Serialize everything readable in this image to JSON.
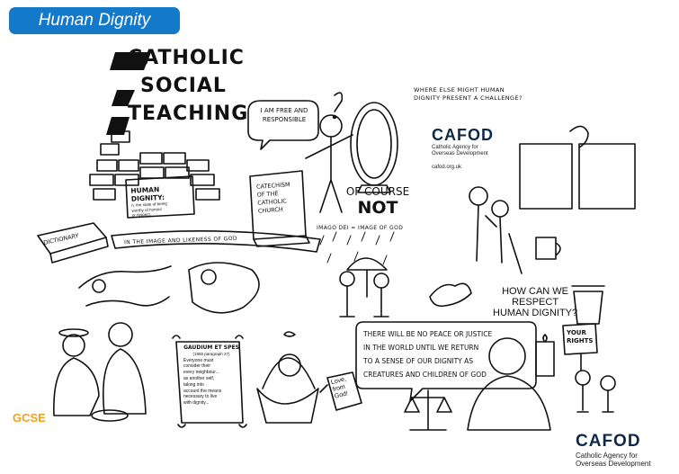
{
  "header": {
    "title": "Human Dignity"
  },
  "cst_title": {
    "line1": "CATHOLIC",
    "line2": "SOCIAL",
    "line3": "TEACHING"
  },
  "question_top": {
    "line1": "WHERE ELSE MIGHT HUMAN",
    "line2": "DIGNITY PRESENT A CHALLENGE?"
  },
  "cafod_top": {
    "word": "CAFOD",
    "sub1": "Catholic Agency for",
    "sub2": "Overseas Development",
    "url": "cafod.org.uk"
  },
  "free_bubble": {
    "line1": "I AM FREE AND",
    "line2": "RESPONSIBLE"
  },
  "book": {
    "line1": "CATECHISM",
    "line2": "OF THE CATHOLIC",
    "line3": "CHURCH"
  },
  "dignity_sign": {
    "title": "HUMAN DIGNITY:",
    "line1": "n. the state of being",
    "line2": "worthy of honour",
    "line3": "or respect."
  },
  "of_course_not": {
    "line1": "OF COURSE",
    "line2": "NOT"
  },
  "imago_dei": "IMAGO DEI = IMAGE OF GOD",
  "dictionary": "DICTIONARY",
  "image_banner": "IN THE IMAGE AND LIKENESS OF GOD",
  "how_respect": {
    "line1": "HOW CAN WE",
    "line2": "RESPECT",
    "line3": "HUMAN DIGNITY?"
  },
  "peace_quote": {
    "line1": "THERE WILL BE NO PEACE OR JUSTICE",
    "line2": "IN THE WORLD UNTIL WE RETURN",
    "line3": "TO A SENSE OF OUR DIGNITY AS",
    "line4": "CREATURES AND CHILDREN OF GOD"
  },
  "scroll": {
    "title": "GAUDIUM ET SPES",
    "ref": "(1965 paragraph 27)",
    "l1": "Everyone must",
    "l2": "consider their",
    "l3": "every neighbour...",
    "l4": "as another self,",
    "l5": "taking into",
    "l6": "account the means",
    "l7": "necessary to live",
    "l8": "with dignity..."
  },
  "tag": {
    "line1": "Love,",
    "line2": "from",
    "line3": "God!"
  },
  "your_rights": {
    "line1": "YOUR",
    "line2": "RIGHTS"
  },
  "cafod_bottom": {
    "word": "CAFOD",
    "sub1": "Catholic Agency for",
    "sub2": "Overseas Development"
  },
  "footer": {
    "badge": "GCSE"
  },
  "colors": {
    "title_bg": "#1479c9",
    "cafod_navy": "#0d2a4a",
    "cafod_green": "#2e9a3e",
    "gcse_orange": "#f3a21a"
  }
}
